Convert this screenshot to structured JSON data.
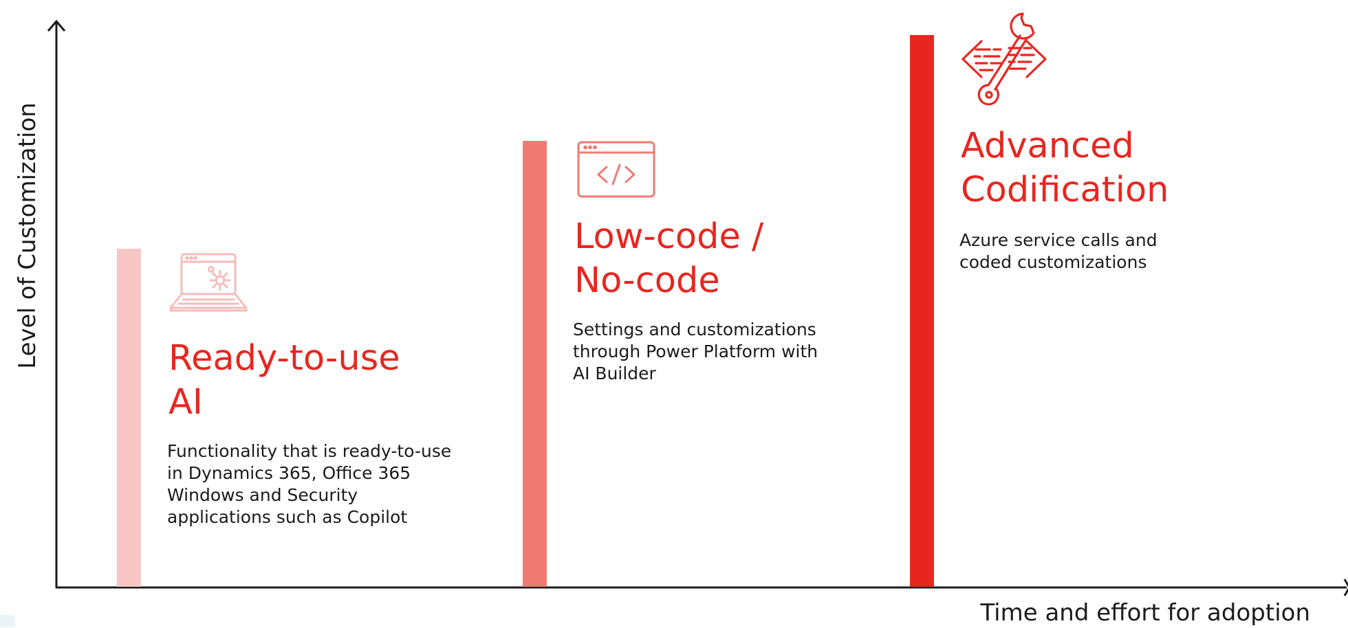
{
  "axes": {
    "y_label": "Level of Customization",
    "x_label": "Time and effort for adoption"
  },
  "levels": [
    {
      "title_lines": [
        "Ready-to-use",
        "AI"
      ],
      "description_lines": [
        "Functionality that is ready-to-use",
        "in Dynamics 365, Office 365",
        "Windows and Security",
        "applications such as Copilot"
      ],
      "icon": "laptop-gear-icon",
      "bar_color": "#f7c5c3",
      "level": 0.6
    },
    {
      "title_lines": [
        "Low-code /",
        "No-code"
      ],
      "description_lines": [
        "Settings and customizations",
        "through Power Platform with",
        "AI Builder"
      ],
      "icon": "code-window-icon",
      "bar_color": "#f07a72",
      "level": 0.79
    },
    {
      "title_lines": [
        "Advanced",
        "Codification"
      ],
      "description_lines": [
        "Azure service calls and",
        "coded customizations"
      ],
      "icon": "wrench-code-icon",
      "bar_color": "#e8261f",
      "level": 0.98
    }
  ],
  "colors": {
    "accent": "#e8261f",
    "axis": "#1b1b1b"
  }
}
